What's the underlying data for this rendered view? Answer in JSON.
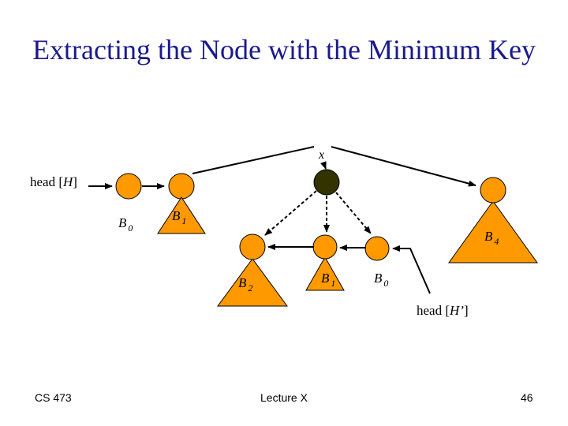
{
  "slide": {
    "title": "Extracting the Node with the Minimum Key",
    "footer_left": "CS 473",
    "footer_center": "Lecture X",
    "footer_right": "46"
  },
  "diagram": {
    "pointer_label": "x",
    "head_label_text": "head [",
    "head_label_var": "H",
    "head_label_close": "]",
    "head2_label_text": "head [",
    "head2_label_var": "H’",
    "head2_label_close": "]",
    "trees": [
      {
        "letter": "B",
        "sub": "0"
      },
      {
        "letter": "B",
        "sub": "1"
      },
      {
        "letter": "B",
        "sub": "4"
      },
      {
        "letter": "B",
        "sub": "2"
      },
      {
        "letter": "B",
        "sub": "1"
      },
      {
        "letter": "B",
        "sub": "0"
      }
    ],
    "colors": {
      "node_fill": "#ff9900",
      "min_node_fill": "#333300",
      "title_color": "#1a1a8c"
    }
  }
}
